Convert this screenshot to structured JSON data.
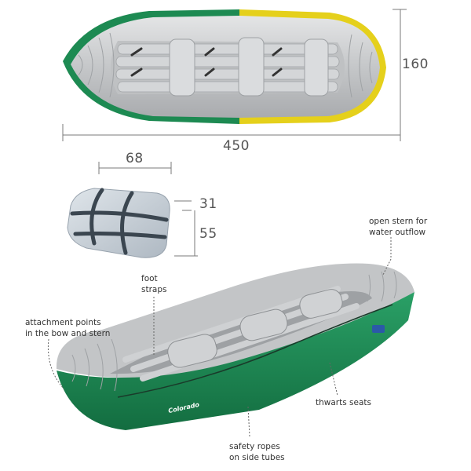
{
  "dimensions": {
    "boat_width": "160",
    "boat_length": "450",
    "pack_width": "68",
    "pack_depth": "31",
    "pack_height": "55"
  },
  "callouts": {
    "open_stern": [
      "open stern for",
      "water outflow"
    ],
    "foot_straps": [
      "foot",
      "straps"
    ],
    "attachment_points": [
      "attachment points",
      "in the bow and stern"
    ],
    "thwarts_seats": [
      "thwarts seats"
    ],
    "safety_ropes": [
      "safety ropes",
      "on side tubes"
    ]
  },
  "boat_name": "Colorado",
  "colors": {
    "tube_green": "#1f8a55",
    "tube_yellow": "#e7d21a",
    "pvc_grey": "#b9bcbf",
    "pvc_light": "#d8dadc",
    "bag_grey": "#c9d1d8",
    "dim_line": "#7a7a7a"
  }
}
